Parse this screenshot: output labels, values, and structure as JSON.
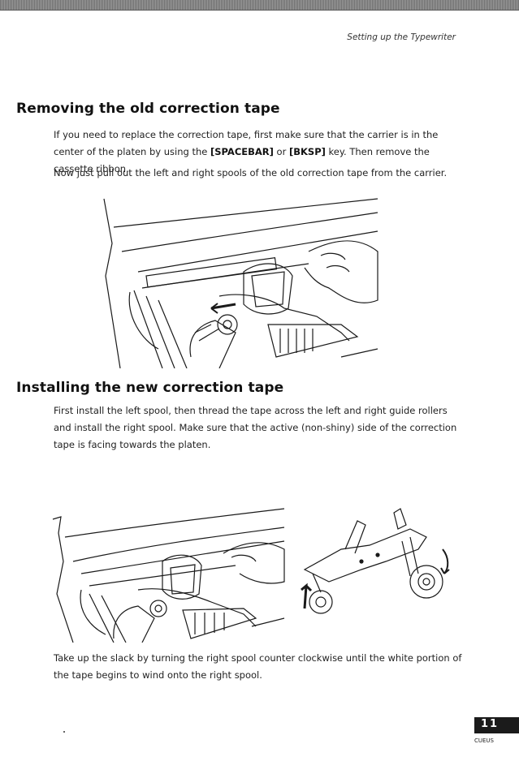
{
  "header": {
    "running_head": "Setting up the Typewriter"
  },
  "section_remove": {
    "title": "Removing the old correction tape",
    "p1_before": "If you need to replace the correction tape, first make sure that the carrier is in the center of the platen by using the ",
    "p1_key1": "[SPACEBAR]",
    "p1_mid": " or ",
    "p1_key2": "[BKSP]",
    "p1_after": " key. Then remove the cassette ribbon.",
    "p2": "Now just pull out the left and right spools of the old correction tape from the carrier."
  },
  "section_install": {
    "title": "Installing the new correction tape",
    "p3": "First install the left spool, then thread the tape across the left and right guide rollers and install the right spool. Make sure that the active (non-shiny) side of the correction tape is facing towards the platen.",
    "p4": "Take up the slack by turning the right spool counter clockwise until the white portion of the tape begins to wind onto the right spool."
  },
  "footer": {
    "page_number": "11",
    "language": "CUEUS"
  }
}
